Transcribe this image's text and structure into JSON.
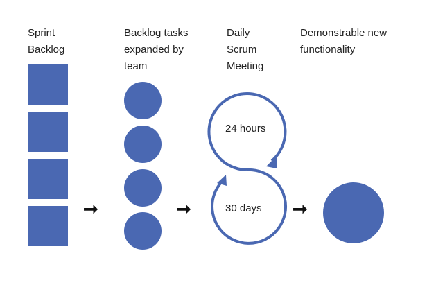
{
  "labels": {
    "sprint_backlog": "Sprint Backlog",
    "expanded": "Backlog tasks expanded by team",
    "daily_scrum": "Daily Scrum Meeting",
    "demonstrable": "Demonstrable new functionality"
  },
  "loop": {
    "inner": "24 hours",
    "outer": "30 days"
  },
  "colors": {
    "shape": "#4a68b2"
  }
}
